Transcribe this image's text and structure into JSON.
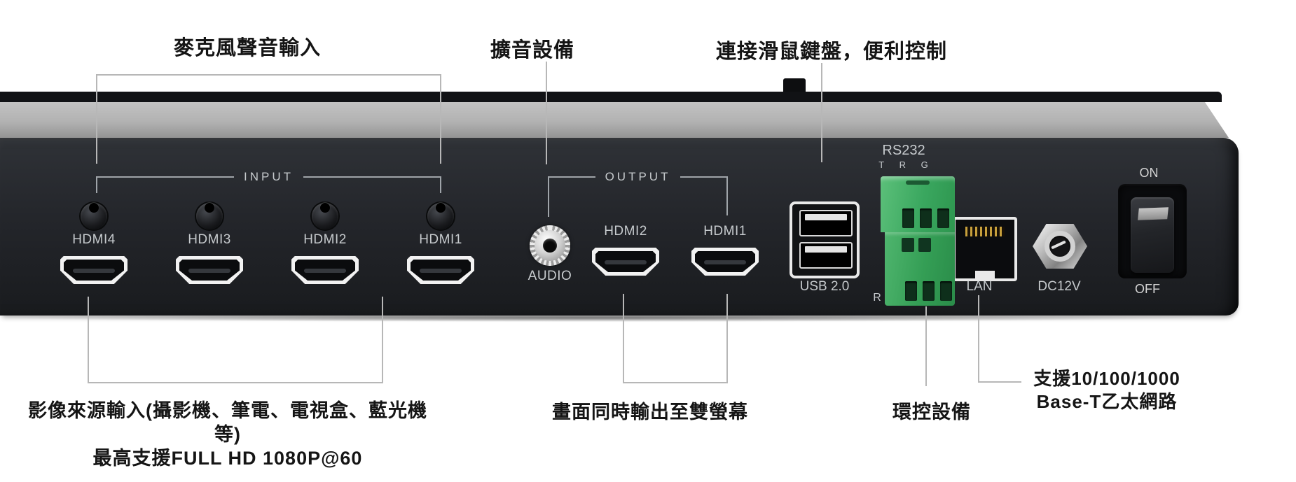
{
  "callouts": {
    "mic_input": "麥克風聲音輸入",
    "amplifier": "擴音設備",
    "mouse_keyboard": "連接滑鼠鍵盤，便利控制",
    "video_source_line1": "影像來源輸入(攝影機、筆電、電視盒、藍光機等)",
    "video_source_line2": "最高支援FULL HD 1080P@60",
    "dual_output": "畫面同時輸出至雙螢幕",
    "relay_control": "環控設備",
    "ethernet_line1": "支援10/100/1000",
    "ethernet_line2": "Base-T乙太網路"
  },
  "panel": {
    "input_group_label": "INPUT",
    "output_group_label": "OUTPUT",
    "input_ports": [
      "HDMI4",
      "HDMI3",
      "HDMI2",
      "HDMI1"
    ],
    "audio_label": "AUDIO",
    "output_ports": [
      "HDMI2",
      "HDMI1"
    ],
    "usb_label": "USB 2.0",
    "rs232_label": "RS232",
    "rs232_pins": "T R G",
    "relay_partial_label": "R",
    "lan_label": "LAN",
    "dc_label": "DC12V",
    "power_on_label": "ON",
    "power_off_label": "OFF"
  },
  "colors": {
    "chassis_gray": "#b2b2b2",
    "panel_black": "#24262b",
    "terminal_green": "#3aa75f",
    "callout_line": "#b7b7b7",
    "panel_text": "#c6cacd",
    "label_text": "#151515"
  }
}
